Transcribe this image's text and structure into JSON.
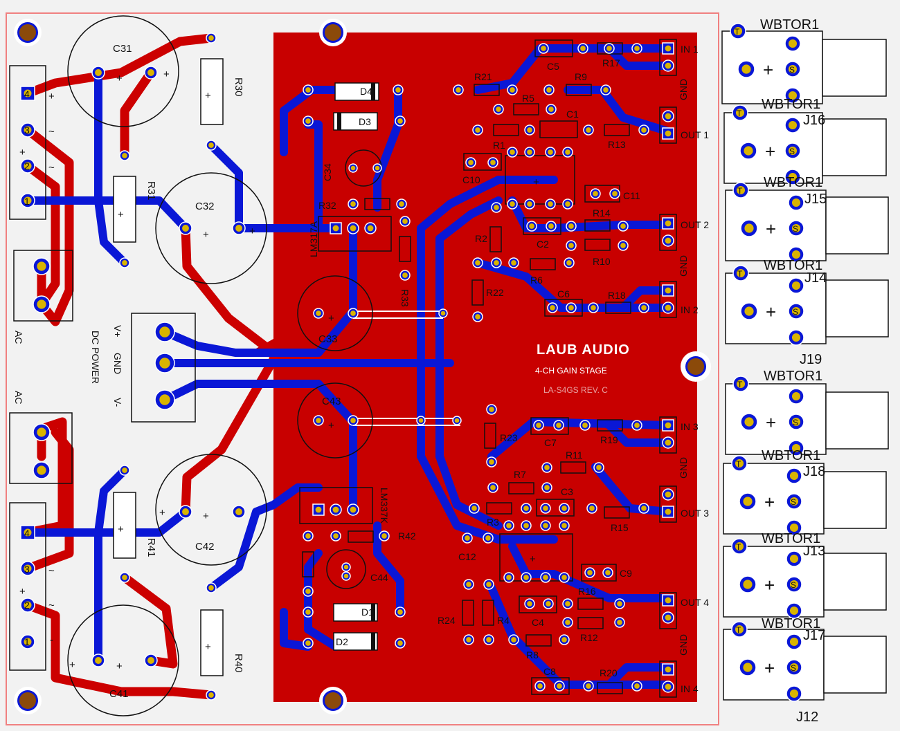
{
  "colors": {
    "background": "#f2f2f2",
    "board": "#c80000",
    "top_trace": "#cc0000",
    "bottom_trace": "#0a17d6",
    "pad": "#d9b400",
    "mounting_hole": "#8b4a0a",
    "outline": "#f08080"
  },
  "board": {
    "brand": "LAUB AUDIO",
    "subtitle": "4-CH GAIN STAGE",
    "revision": "LA-S4GS REV. C"
  },
  "connectors": {
    "dc_power_title": "DC POWER",
    "dc_pins": [
      "V+",
      "GND",
      "V-"
    ],
    "ac_top": "AC",
    "ac_bottom": "AC",
    "terminal_top_pins": [
      "4",
      "3",
      "2",
      "1"
    ],
    "terminal_bottom_pins": [
      "4",
      "3",
      "2",
      "1"
    ]
  },
  "signal_labels": {
    "in1": "IN 1",
    "out1": "OUT 1",
    "gnd1": "GND",
    "out2": "OUT 2",
    "gnd2": "GND",
    "in2": "IN 2",
    "in3": "IN 3",
    "gnd3": "GND",
    "out3": "OUT 3",
    "out4": "OUT 4",
    "gnd4": "GND",
    "in4": "IN 4"
  },
  "wbtor": {
    "part": "WBTOR1",
    "pin_t": "T",
    "pin_s": "S",
    "labels": [
      "J16",
      "J15",
      "J14",
      "J19",
      "J18",
      "J13",
      "J17",
      "J12"
    ]
  },
  "components": {
    "C31": "C31",
    "C32": "C32",
    "C33": "C33",
    "C34": "C34",
    "C41": "C41",
    "C42": "C42",
    "C43": "C43",
    "C44": "C44",
    "R30": "R30",
    "R31": "R31",
    "R32": "R32",
    "R33": "R33",
    "R40": "R40",
    "R41": "R41",
    "R42": "R42",
    "D1": "D1",
    "D2": "D2",
    "D3": "D3",
    "D4": "D4",
    "LM317": "LM317A",
    "LM337": "LM337K",
    "R1": "R1",
    "R2": "R2",
    "R3": "R3",
    "R4": "R4",
    "R5": "R5",
    "R6": "R6",
    "R7": "R7",
    "R8": "R8",
    "R9": "R9",
    "R10": "R10",
    "R11": "R11",
    "R12": "R12",
    "R13": "R13",
    "R14": "R14",
    "R15": "R15",
    "R16": "R16",
    "R17": "R17",
    "R18": "R18",
    "R19": "R19",
    "R20": "R20",
    "R21": "R21",
    "R22": "R22",
    "R23": "R23",
    "R24": "R24",
    "C1": "C1",
    "C2": "C2",
    "C3": "C3",
    "C4": "C4",
    "C5": "C5",
    "C6": "C6",
    "C7": "C7",
    "C8": "C8",
    "C9": "C9",
    "C10": "C10",
    "C11": "C11",
    "C12": "C12"
  },
  "symbols": {
    "plus": "+",
    "tilde": "~",
    "minus": "-"
  }
}
